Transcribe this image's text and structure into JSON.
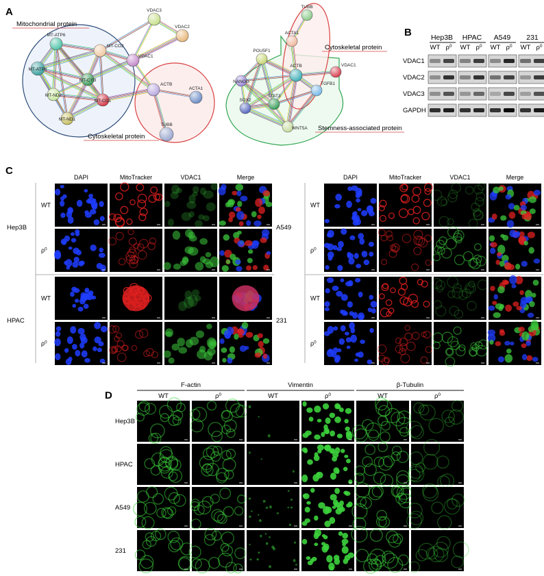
{
  "panels": {
    "a": "A",
    "b": "B",
    "c": "C",
    "d": "D"
  },
  "network_left": {
    "group_labels": {
      "mitochondrial": "Mitochondrial protein",
      "cytoskeletal": "Cytoskeletal protein"
    },
    "nodes": [
      "VDAC3",
      "VDAC2",
      "MT-ATP6",
      "MT-CO2",
      "VDAC1",
      "MT-ATP8",
      "MT-CYB",
      "MT-ND2",
      "MT-CO1",
      "MT-ND1",
      "ACTB",
      "ACTA1",
      "TUBB"
    ],
    "colors": {
      "mito_circle": "#2c4a78",
      "cyto_circle": "#d94040"
    }
  },
  "network_right": {
    "group_labels": {
      "cytoskeletal": "Cytoskeletal protein",
      "stemness": "Stemness-associated protein"
    },
    "nodes": [
      "TUBB",
      "ACTA1",
      "POU5F1",
      "NANOG",
      "ACTB",
      "VDAC1",
      "TGFB1",
      "STAT3",
      "SOX2",
      "WNT5A"
    ],
    "colors": {
      "stem_region": "#2da44e",
      "cyto_region": "#d94040"
    }
  },
  "western": {
    "cell_lines": [
      "Hep3B",
      "HPAC",
      "A549",
      "231"
    ],
    "conditions": [
      "WT",
      "ρ0"
    ],
    "proteins": [
      "VDAC1",
      "VDAC2",
      "VDAC3",
      "GAPDH"
    ]
  },
  "if_c": {
    "columns": [
      "DAPI",
      "MitoTracker",
      "VDAC1",
      "Merge"
    ],
    "left_cells": [
      "Hep3B",
      "HPAC"
    ],
    "right_cells": [
      "A549",
      "231"
    ],
    "conditions": [
      "WT",
      "ρ0"
    ],
    "colors": {
      "dapi": "#1f3dff",
      "mito": "#e02020",
      "vdac": "#3cc83c"
    }
  },
  "if_d": {
    "groups": [
      "F-actin",
      "Vimentin",
      "β-Tubulin"
    ],
    "conditions": [
      "WT",
      "ρ0"
    ],
    "cells": [
      "Hep3B",
      "HPAC",
      "A549",
      "231"
    ],
    "colors": {
      "stain": "#3cd23c"
    }
  }
}
